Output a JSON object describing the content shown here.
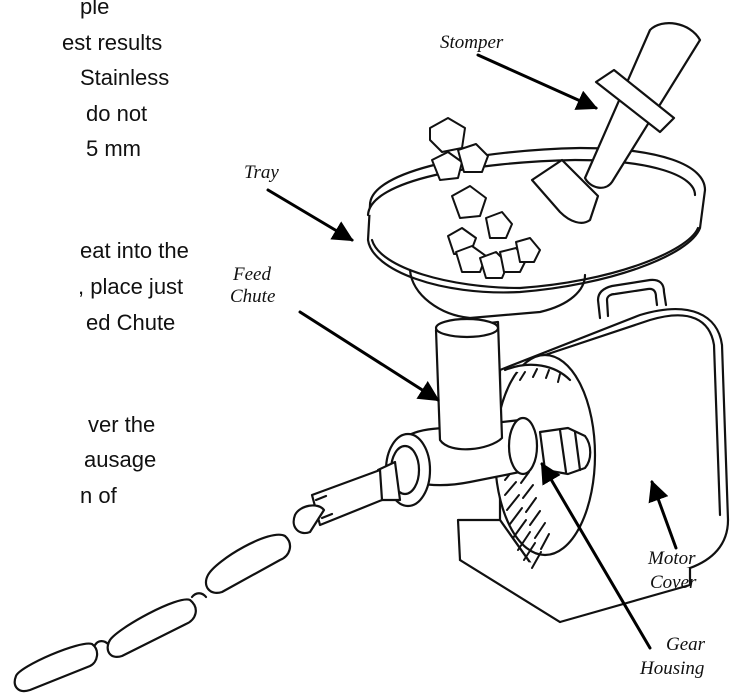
{
  "body_text": [
    "ple",
    "est results",
    "Stainless",
    "do not",
    "5 mm",
    "eat into the",
    ", place just",
    "ed Chute",
    "ver the",
    "ausage",
    "n of"
  ],
  "labels": {
    "stomper": "Stomper",
    "tray": "Tray",
    "feed_chute_1": "Feed",
    "feed_chute_2": "Chute",
    "motor_cover_1": "Motor",
    "motor_cover_2": "Cover",
    "gear_housing_1": "Gear",
    "gear_housing_2": "Housing"
  }
}
